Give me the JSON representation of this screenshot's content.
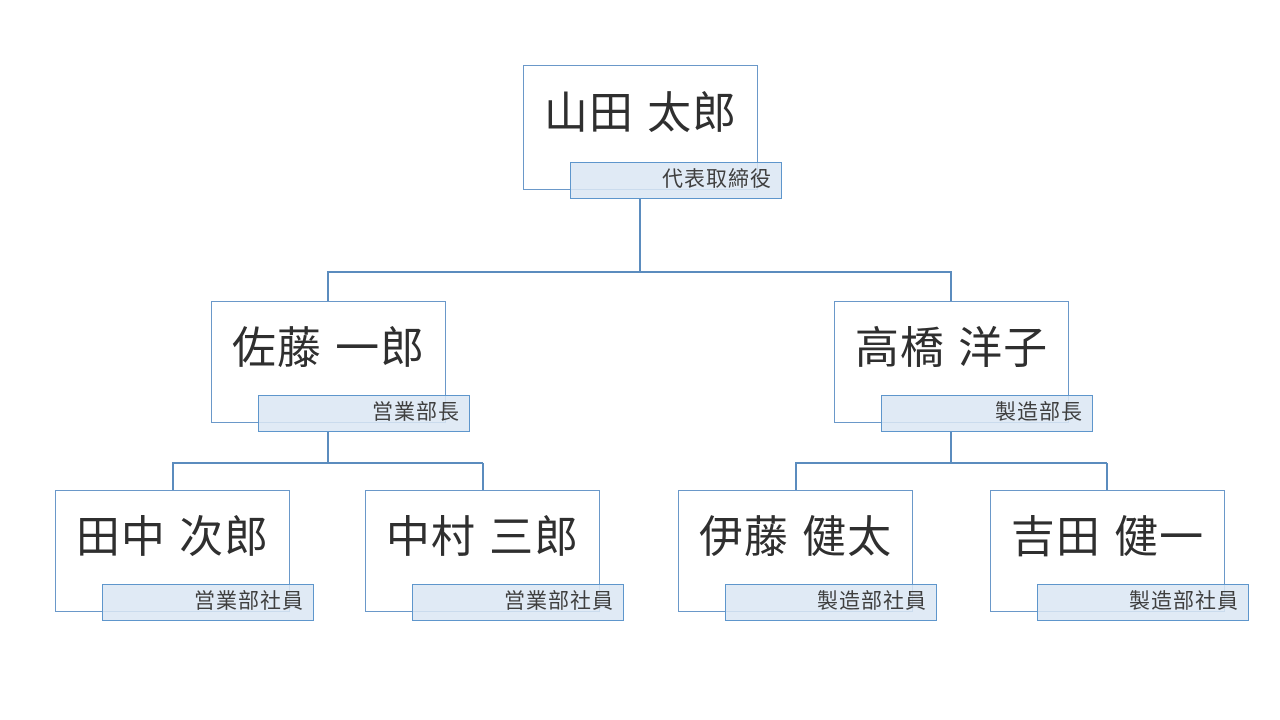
{
  "diagram": {
    "type": "org-chart",
    "nodes": [
      {
        "name": "山田 太郎",
        "title": "代表取締役",
        "reports_to": null
      },
      {
        "name": "佐藤 一郎",
        "title": "営業部長",
        "reports_to": "山田 太郎"
      },
      {
        "name": "高橋 洋子",
        "title": "製造部長",
        "reports_to": "山田 太郎"
      },
      {
        "name": "田中 次郎",
        "title": "営業部社員",
        "reports_to": "佐藤 一郎"
      },
      {
        "name": "中村 三郎",
        "title": "営業部社員",
        "reports_to": "佐藤 一郎"
      },
      {
        "name": "伊藤 健太",
        "title": "製造部社員",
        "reports_to": "高橋 洋子"
      },
      {
        "name": "吉田 健一",
        "title": "製造部社員",
        "reports_to": "高橋 洋子"
      }
    ],
    "colors": {
      "box_fill": "#ffffff",
      "box_border": "#6a98c9",
      "title_fill": "#dbe6f2",
      "title_border": "#5e96cc",
      "connector": "#5b8cbe",
      "name_text": "#2f2f2f",
      "title_text": "#3f3f3f",
      "background": "#ffffff"
    }
  }
}
